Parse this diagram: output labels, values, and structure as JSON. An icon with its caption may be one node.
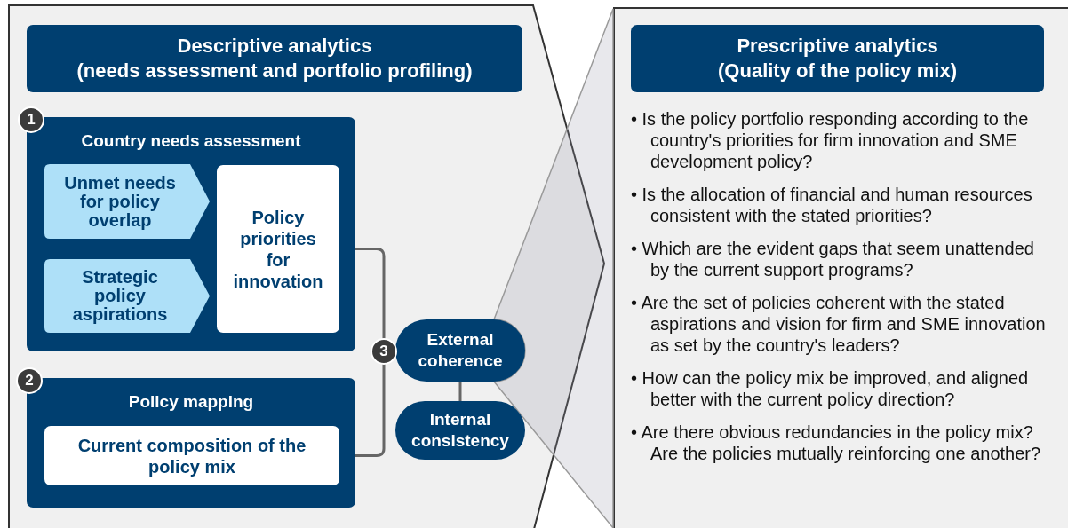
{
  "diagram": {
    "nodes": [
      {
        "text": [],
        "shape": "pentagon"
      },
      {
        "text": [
          "Descriptive analytics",
          "(needs assessment and portfolio profiling)"
        ],
        "in": 0
      },
      {
        "text": [
          "Country needs assessment"
        ],
        "in": 0,
        "beside": [
          "1"
        ]
      },
      {
        "text": [
          "Unmet needs for policy overlap"
        ],
        "in": 2
      },
      {
        "text": [
          "Strategic policy aspirations"
        ],
        "in": 2
      },
      {
        "text": [
          "Policy priorities for innovation"
        ],
        "in": 2
      },
      {
        "text": [
          "Policy mapping"
        ],
        "in": 0,
        "beside": [
          "2"
        ]
      },
      {
        "text": [
          "Current composition of the policy mix"
        ],
        "in": 6
      },
      {
        "text": [
          "External coherence"
        ],
        "in": 0,
        "beside": [
          "3"
        ]
      },
      {
        "text": [
          "Internal consistency"
        ],
        "in": 0
      },
      {
        "text": [
          "• Is the policy portfolio responding according to the country's priorities for firm innovation and SME development policy?",
          "• Is the allocation of financial and human resources consistent with the stated priorities?",
          "• Which are the evident gaps that seem unattended by the current support programs?",
          "• Are the set of policies coherent with the stated aspirations and vision for firm and SME innovation as set by the country's leaders?",
          "• How can the policy mix be improved, and aligned better with the current policy direction?",
          "• Are there obvious redundancies in the policy mix? Are the policies mutually reinforcing one another?"
        ]
      },
      {
        "text": [
          "Prescriptive analytics",
          "(Quality of the policy mix)"
        ],
        "in": 10
      }
    ],
    "edges": [
      {
        "from": 5,
        "to": 8,
        "arrow": "none"
      },
      {
        "from": 7,
        "to": 8,
        "arrow": "none"
      },
      {
        "from": 8,
        "to": 9,
        "arrow": "none"
      },
      {
        "from": 8,
        "to": 10,
        "arrow": "none",
        "color": "#9a9a9a"
      }
    ]
  }
}
